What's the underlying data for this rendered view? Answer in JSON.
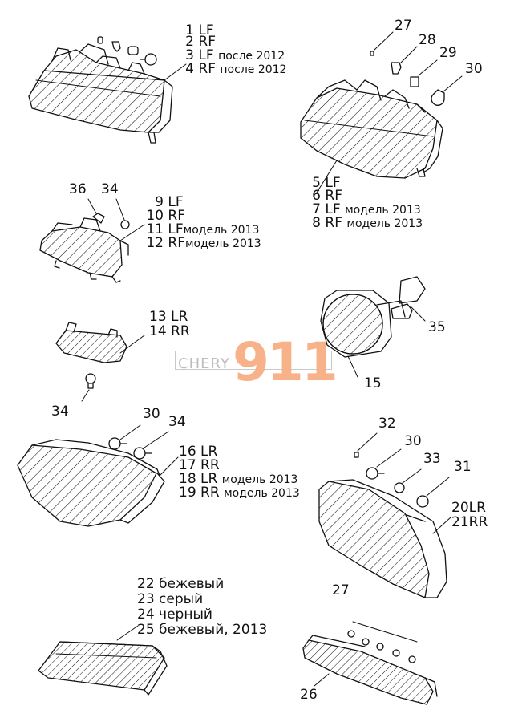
{
  "labels": {
    "h1": {
      "n": "1",
      "t": "LF",
      "s": ""
    },
    "h2": {
      "n": "2",
      "t": "RF",
      "s": ""
    },
    "h3": {
      "n": "3",
      "t": "LF",
      "s": "после 2012"
    },
    "h4": {
      "n": "4",
      "t": "RF",
      "s": "после 2012"
    },
    "h5": {
      "n": "5",
      "t": "LF",
      "s": ""
    },
    "h6": {
      "n": "6",
      "t": "RF",
      "s": ""
    },
    "h7": {
      "n": "7",
      "t": "LF",
      "s": "модель 2013"
    },
    "h8": {
      "n": "8",
      "t": "RF",
      "s": "модель 2013"
    },
    "f9": {
      "n": "9",
      "t": "LF",
      "s": ""
    },
    "f10": {
      "n": "10",
      "t": "RF",
      "s": ""
    },
    "f11": {
      "n": "11",
      "t": "LF",
      "s": "модель 2013"
    },
    "f12": {
      "n": "12",
      "t": "RF",
      "s": "модель 2013"
    },
    "r13": {
      "n": "13",
      "t": "LR",
      "s": ""
    },
    "r14": {
      "n": "14",
      "t": "RR",
      "s": ""
    },
    "t16": {
      "n": "16",
      "t": "LR",
      "s": ""
    },
    "t17": {
      "n": "17",
      "t": "RR",
      "s": ""
    },
    "t18": {
      "n": "18",
      "t": "LR",
      "s": "модель 2013"
    },
    "t19": {
      "n": "19",
      "t": "RR",
      "s": "модель 2013"
    },
    "t20": {
      "n": "20",
      "t": "LR",
      "s": ""
    },
    "t21": {
      "n": "21",
      "t": "RR",
      "s": ""
    },
    "c22": {
      "n": "22",
      "t": "бежевый",
      "s": ""
    },
    "c23": {
      "n": "23",
      "t": "серый",
      "s": ""
    },
    "c24": {
      "n": "24",
      "t": "черный",
      "s": ""
    },
    "c25": {
      "n": "25",
      "t": "бежевый, 2013",
      "s": ""
    }
  },
  "callouts": {
    "n15": "15",
    "n26": "26",
    "n27a": "27",
    "n27b": "27",
    "n28": "28",
    "n29": "29",
    "n30a": "30",
    "n30b": "30",
    "n30c": "30",
    "n31": "31",
    "n32": "32",
    "n33": "33",
    "n34a": "34",
    "n34b": "34",
    "n34c": "34",
    "n35": "35",
    "n36": "36"
  },
  "watermark": {
    "brand": "CHERY",
    "number": "911"
  },
  "colors": {
    "line": "#111111",
    "watermark_orange": "#f7b28a",
    "watermark_gray": "#bdbdbd"
  }
}
